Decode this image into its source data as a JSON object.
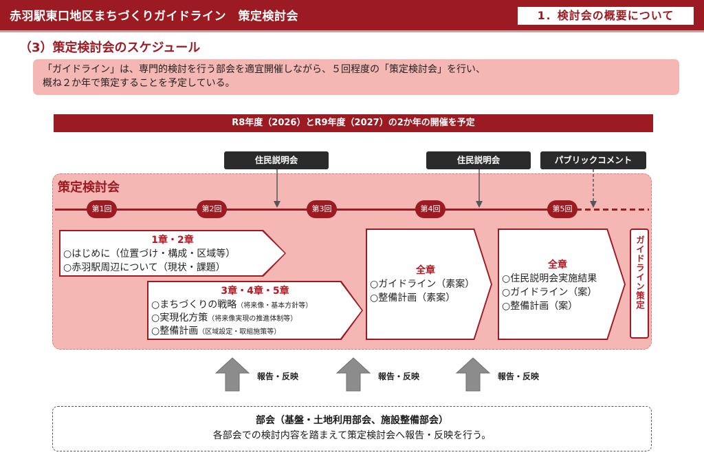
{
  "header": {
    "title": "赤羽駅東口地区まちづくりガイドライン　策定検討会",
    "badge": "1．検討会の概要について"
  },
  "section": {
    "heading": "（3）策定検討会のスケジュール"
  },
  "intro": {
    "line1": "「ガイドライン」は、専門的検討を行う部会を適宜開催しながら、５回程度の「策定検討会」を行い、",
    "line2": "概ね２か年で策定することを予定している。"
  },
  "banner": {
    "text": "R8年度（2026）とR9年度（2027）の2か年の開催を予定"
  },
  "callouts": {
    "resident1": "住民説明会",
    "resident2": "住民説明会",
    "public_comment": "パブリックコメント"
  },
  "committee": {
    "label": "策定検討会",
    "meetings": [
      "第1回",
      "第2回",
      "第3回",
      "第4回",
      "第5回"
    ]
  },
  "boxes": {
    "ch12": {
      "heading": "1章・2章",
      "lines": [
        "○はじめに（位置づけ・構成・区域等）",
        "○赤羽駅周辺について（現状・課題）"
      ]
    },
    "ch345": {
      "heading": "3章・4章・5章",
      "lines": [
        {
          "main": "○まちづくりの戦略",
          "note": "（将来像・基本方針等）"
        },
        {
          "main": "○実現化方策",
          "note": "（将来像実現の推進体制等）"
        },
        {
          "main": "○整備計画",
          "note": "（区域設定・取組施策等）"
        }
      ]
    },
    "draft": {
      "heading": "全章",
      "lines": [
        "○ガイドライン（素案）",
        "○整備計画（素案）"
      ]
    },
    "final": {
      "heading": "全章",
      "lines": [
        "○住民説明会実施結果",
        "○ガイドライン（案）",
        "○整備計画（案）"
      ]
    },
    "guideline_final": "ガイドライン策定"
  },
  "reports": [
    "報告・反映",
    "報告・反映",
    "報告・反映"
  ],
  "bukai": {
    "title": "部会（基盤・土地利用部会、施設整備部会）",
    "desc": "各部会での検討内容を踏まえて策定検討会へ報告・反映を行う。"
  },
  "colors": {
    "accent": "#9c1a22",
    "pink": "#f4b7b4",
    "heading_red": "#b31a24",
    "callout": "#2b2b2b",
    "arrow": "#8c8c8c"
  }
}
